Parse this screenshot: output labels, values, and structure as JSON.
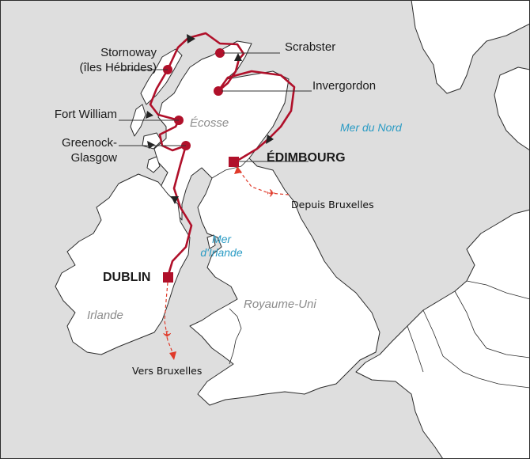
{
  "map": {
    "colors": {
      "land": "#ffffff",
      "coast": "#2b2b2b",
      "sea": "#dedede",
      "route": "#b0102a",
      "flight": "#e03a2a",
      "sea_label": "#2a9bc4",
      "region_label": "#8c8c8c"
    },
    "ports": [
      {
        "id": "stornoway",
        "name": "Stornoway\n(îles Hébrides)"
      },
      {
        "id": "scrabster",
        "name": "Scrabster"
      },
      {
        "id": "invergordon",
        "name": "Invergordon"
      },
      {
        "id": "fort-william",
        "name": "Fort William"
      },
      {
        "id": "greenock",
        "name": "Greenock-\nGlasgow"
      }
    ],
    "terminals": [
      {
        "id": "edinburgh",
        "name": "ÉDIMBOURG"
      },
      {
        "id": "dublin",
        "name": "DUBLIN"
      }
    ],
    "regions": [
      {
        "id": "scotland",
        "name": "Écosse"
      },
      {
        "id": "ireland",
        "name": "Irlande"
      },
      {
        "id": "uk",
        "name": "Royaume-Uni"
      }
    ],
    "seas": [
      {
        "id": "north-sea",
        "name": "Mer du Nord"
      },
      {
        "id": "irish-sea",
        "name": "Mer\nd'Irlande"
      }
    ],
    "flights": [
      {
        "id": "from-brussels",
        "label": "Depuis Bruxelles"
      },
      {
        "id": "to-brussels",
        "label": "Vers Bruxelles"
      }
    ]
  }
}
